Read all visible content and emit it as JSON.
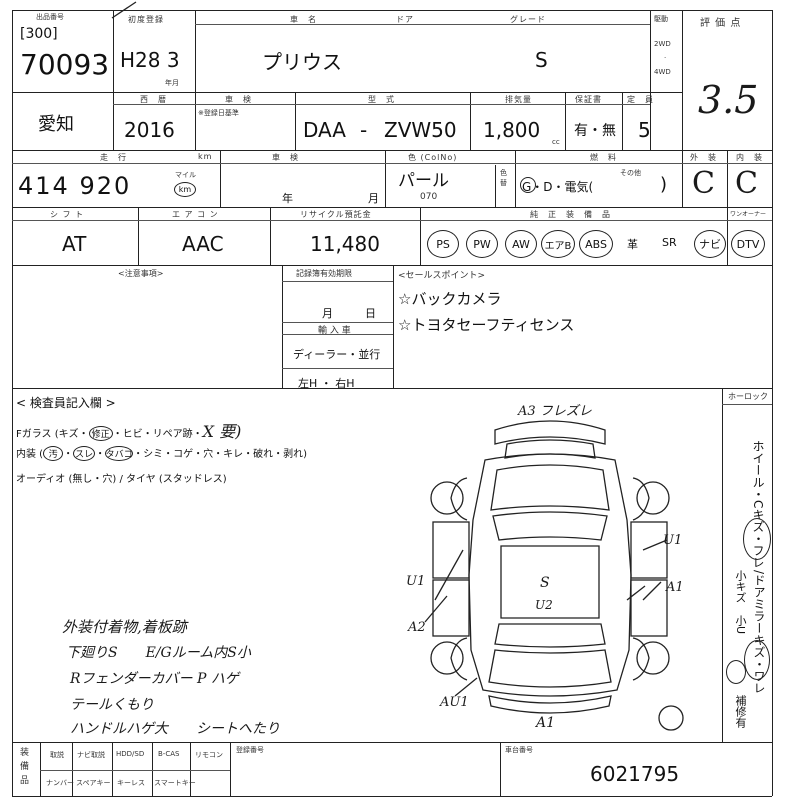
{
  "header": {
    "reg_number_label": "出品番号",
    "lot_prefix": "[300]",
    "lot_number": "70093",
    "first_reg_label": "初度登録",
    "first_reg_value": "H28 3",
    "first_reg_unit": "年月",
    "car_name_label": "車　名",
    "car_name": "プリウス",
    "door_label": "ドア",
    "grade_label": "グレード",
    "grade": "S",
    "drive_label": "駆動",
    "drive_2wd": "2WD",
    "drive_4wd": "4WD",
    "score_label": "評 価 点",
    "score": "3.5"
  },
  "row2": {
    "region": "愛知",
    "year_label": "西　暦",
    "year": "2016",
    "shaken_label": "車　検",
    "shaken_note": "※登録日基準",
    "model_label": "型　式",
    "model_prefix": "DAA",
    "model_dash": "-",
    "model_code": "ZVW50",
    "displacement_label": "排気量",
    "displacement": "1,800",
    "displacement_unit": "cc",
    "warranty_label": "保証書",
    "warranty": "有・無",
    "capacity_label": "定　員",
    "capacity": "5"
  },
  "row3": {
    "mileage_label": "走　行",
    "mileage": "414 920",
    "mileage_unit_top": "マイル",
    "mileage_unit_km": "km",
    "unit_jp": "km",
    "inspection_label": "車　検",
    "inspection_year": "年",
    "inspection_month": "月",
    "color_label": "色 (ColNo)",
    "color": "パール",
    "color_code": "070",
    "color_change": "色替",
    "fuel_label": "燃　料",
    "fuel": "G・D・電気(",
    "fuel_other": "その他",
    "fuel_close": ")",
    "exterior_label": "外　装",
    "exterior": "C",
    "interior_label": "内　装",
    "interior": "C"
  },
  "row4": {
    "shift_label": "シ フ ト",
    "shift": "AT",
    "ac_label": "エ ア コ ン",
    "ac": "AAC",
    "recycle_label": "リサイクル預託金",
    "recycle": "11,480",
    "equipment_label": "純　正　装　備　品",
    "equipment": [
      "PS",
      "PW",
      "AW",
      "エアB",
      "ABS",
      "革",
      "SR",
      "ナビ",
      "DTV"
    ],
    "extra_label": "ワンオーナー"
  },
  "row5": {
    "notes_label": "<注意事項>",
    "record_label": "記録簿有効期限",
    "record_month": "月",
    "record_day": "日",
    "import_label": "輸 入 車",
    "import_dealer": "ディーラー・並行",
    "handle": "左H ・ 右H",
    "sales_label": "<セールスポイント>",
    "sales": [
      "☆バックカメラ",
      "☆トヨタセーフティセンス"
    ]
  },
  "inspector": {
    "label": "< 検査員記入欄 >",
    "glass": "Fガラス (キズ・",
    "glass_circled": "修正",
    "glass_rest": "・ヒビ・リペア跡・",
    "glass_hw": "X 要)",
    "interior_label": "内装 (",
    "interior_c1": "汚",
    "interior_c2": "スレ",
    "interior_c3": "タバコ",
    "interior_rest": "・シミ・コゲ・穴・キレ・破れ・剥れ)",
    "audio": "オーディオ (無し・穴) / タイヤ (スタッドレス)",
    "notes": [
      "外装付着物,着板跡",
      "下廻りS　　E/Gルーム内S小",
      "Rフェンダーカバー P ハゲ",
      "テールくもり",
      "ハンドルハゲ大　　シートへたり"
    ]
  },
  "diagram": {
    "marks": [
      {
        "text": "A3 フレズレ"
      },
      {
        "text": "U1"
      },
      {
        "text": "U1"
      },
      {
        "text": "A1"
      },
      {
        "text": "A2"
      },
      {
        "text": "S"
      },
      {
        "text": "U2"
      },
      {
        "text": "AU1"
      },
      {
        "text": "A1"
      }
    ]
  },
  "side": {
    "label": "ホーロック",
    "vertical1": "ホイール・Cキズ・フレ",
    "vertical2": "/ドアミラーキズ・ワレ",
    "small1": "小キズ",
    "small2": "小U",
    "repaired": "補修有"
  },
  "footer": {
    "label_left": "装備品",
    "cells_top": [
      "取説",
      "ナビ取説",
      "HDD/SD",
      "B-CAS",
      "リモコン"
    ],
    "cells_bottom": [
      "ナンバー",
      "スペアキー",
      "キーレス",
      "スマートキー"
    ],
    "reg_label": "登録番号",
    "chassis_label": "車台番号",
    "chassis": "6021795"
  }
}
